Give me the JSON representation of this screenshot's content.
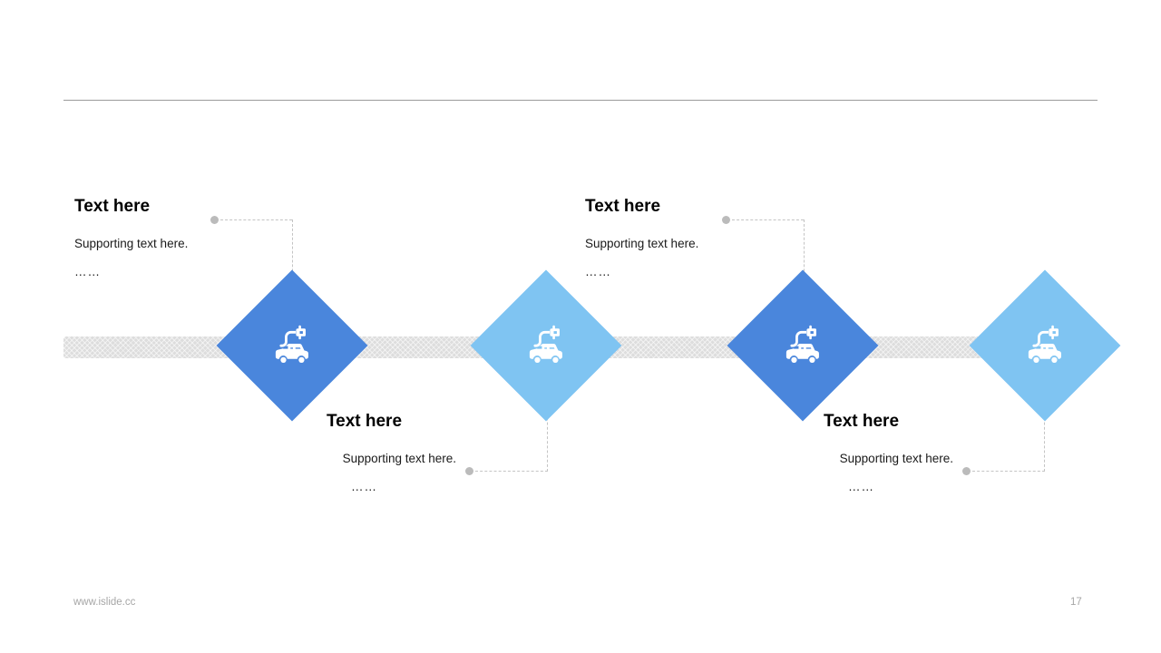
{
  "slide": {
    "page_number": "17",
    "footer_url": "www.islide.cc",
    "colors": {
      "accent_dark": "#4A86DC",
      "accent_light": "#7FC4F2",
      "bar_gray": "#DDDDDD",
      "rule_gray": "#9A9A9A",
      "connector_gray": "#C4C4C4",
      "dot_gray": "#BBBBBB",
      "footer_gray": "#A6A6A6"
    }
  },
  "timeline": {
    "nodes": [
      {
        "id": "node-1",
        "icon": "ev-charging-icon",
        "color": "#4A86DC",
        "position": "above"
      },
      {
        "id": "node-2",
        "icon": "ev-charging-icon",
        "color": "#7FC4F2",
        "position": "below"
      },
      {
        "id": "node-3",
        "icon": "ev-charging-icon",
        "color": "#4A86DC",
        "position": "above"
      },
      {
        "id": "node-4",
        "icon": "ev-charging-icon",
        "color": "#7FC4F2",
        "position": "below"
      }
    ],
    "text_blocks": [
      {
        "id": "text-block-1",
        "title": "Text here",
        "subtitle": "Supporting  text here.",
        "ellipsis": "……",
        "align": "left"
      },
      {
        "id": "text-block-2",
        "title": "Text here",
        "subtitle": "Supporting  text here.",
        "ellipsis": "……",
        "align": "right"
      },
      {
        "id": "text-block-3",
        "title": "Text here",
        "subtitle": "Supporting  text here.",
        "ellipsis": "……",
        "align": "left"
      },
      {
        "id": "text-block-4",
        "title": "Text here",
        "subtitle": "Supporting  text here.",
        "ellipsis": "……",
        "align": "right"
      }
    ]
  }
}
